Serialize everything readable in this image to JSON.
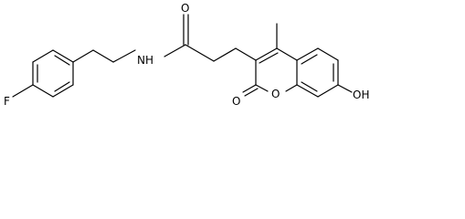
{
  "molecule": {
    "atoms": {
      "fluorine": "F",
      "amide_nitrogen": "NH",
      "amide_oxygen": "O",
      "methyl": "",
      "lactone_carbonyl_oxygen": "O",
      "ring_oxygen": "O",
      "hydroxyl": "OH"
    }
  }
}
